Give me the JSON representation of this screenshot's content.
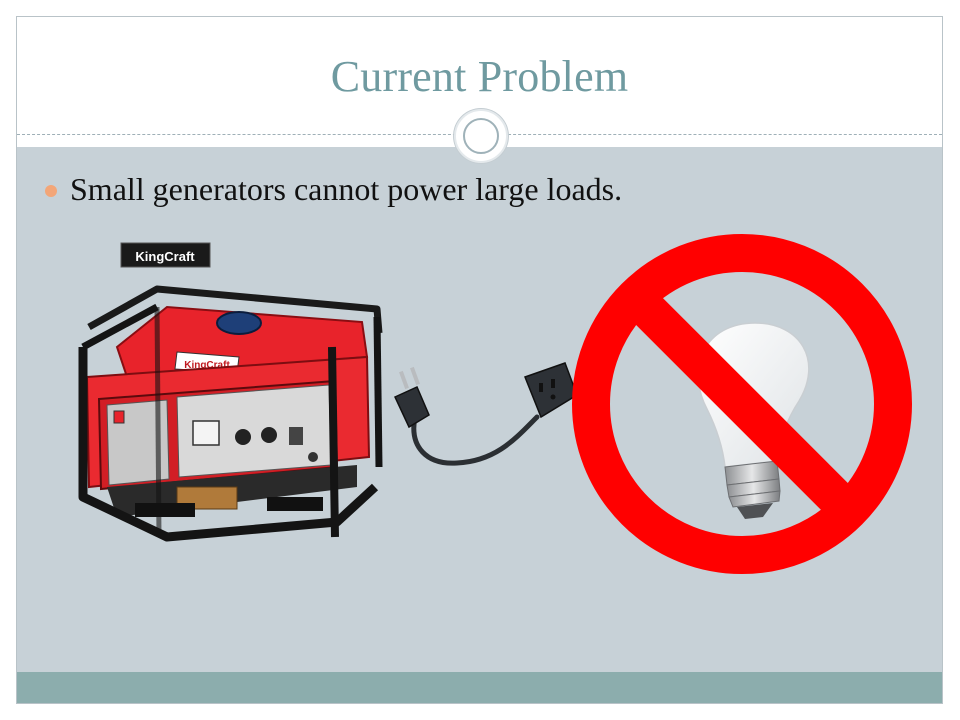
{
  "slide": {
    "title": "Current Problem",
    "bullets": [
      "Small generators cannot power large loads."
    ]
  },
  "illustration": {
    "brand_logo_text": "KingCraft",
    "generator_label_text": "KingCraft"
  },
  "colors": {
    "title": "#6f9aa0",
    "content_background": "#c7d1d7",
    "footer_bar": "#8cadad",
    "bullet": "#f3a678",
    "generator_red": "#e8232b",
    "prohibition_red": "#ff0000"
  },
  "icons": [
    "generator-icon",
    "extension-cord-icon",
    "lightbulb-icon",
    "prohibition-sign-icon"
  ]
}
